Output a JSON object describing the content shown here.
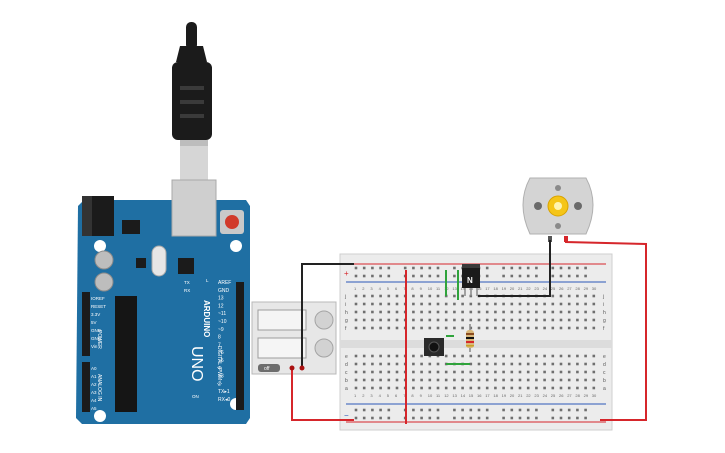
{
  "arduino": {
    "brand": "ARDUINO",
    "model": "UNO",
    "digital_label": "DIGITAL (PWM~)",
    "power_label": "POWER",
    "analog_label": "ANALOG IN",
    "led_tx": "TX",
    "led_rx": "RX",
    "led_l": "L",
    "led_on": "ON",
    "power_pins": [
      "IOREF",
      "RESET",
      "3.3V",
      "5V",
      "GND",
      "GND",
      "Vin"
    ],
    "analog_pins": [
      "A0",
      "A1",
      "A2",
      "A3",
      "A4",
      "A5"
    ],
    "digital_pins": [
      "AREF",
      "GND",
      "13",
      "12",
      "~11",
      "~10",
      "~9",
      "8",
      "7",
      "~6",
      "~5",
      "4",
      "~3",
      "2",
      "TX▸1",
      "RX◂0"
    ]
  },
  "battery": {
    "switch_label": "off"
  },
  "transistor": {
    "label": "N"
  },
  "breadboard": {
    "row_letters_top": [
      "j",
      "i",
      "h",
      "g",
      "f"
    ],
    "row_letters_bottom": [
      "e",
      "d",
      "c",
      "b",
      "a"
    ],
    "column_numbers": [
      "1",
      "2",
      "3",
      "4",
      "5",
      "6",
      "7",
      "8",
      "9",
      "10",
      "11",
      "12",
      "13",
      "14",
      "15",
      "16",
      "17",
      "18",
      "19",
      "20",
      "21",
      "22",
      "23",
      "24",
      "25",
      "26",
      "27",
      "28",
      "29",
      "30"
    ]
  },
  "colors": {
    "arduino_blue": "#1f6fa3",
    "breadboard": "#ececec",
    "wire_red": "#d6262b",
    "wire_black": "#222222",
    "wire_green": "#2fa33b",
    "motor_gear": "#f5c518"
  }
}
